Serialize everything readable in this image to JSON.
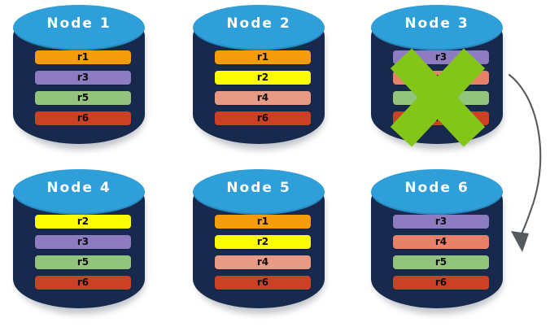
{
  "diagram": {
    "title_prefix": "Node",
    "palette": {
      "cylinder_body": "#18294e",
      "cylinder_top": "#2e9fd9",
      "background": "#ffffff",
      "failure_x": "#83c618",
      "arrow": "#555a5f",
      "r1": "#f59c0b",
      "r2": "#fcfc02",
      "r3": "#8e7cc3",
      "r4": "#e8806a",
      "r4_light": "#e79b87",
      "r5": "#93c47d",
      "r6": "#cc4125"
    },
    "annotations": {
      "failure_marker": "X",
      "failure_node": "Node 3",
      "arrow_label": ""
    },
    "nodes": [
      {
        "id": "node-1",
        "title": "Node  1",
        "failed": false,
        "records": [
          {
            "label": "r1",
            "color": "#f59c0b"
          },
          {
            "label": "r3",
            "color": "#8e7cc3"
          },
          {
            "label": "r5",
            "color": "#93c47d"
          },
          {
            "label": "r6",
            "color": "#cc4125"
          }
        ]
      },
      {
        "id": "node-2",
        "title": "Node  2",
        "failed": false,
        "records": [
          {
            "label": "r1",
            "color": "#f59c0b"
          },
          {
            "label": "r2",
            "color": "#fcfc02"
          },
          {
            "label": "r4",
            "color": "#e79b87"
          },
          {
            "label": "r6",
            "color": "#cc4125"
          }
        ]
      },
      {
        "id": "node-3",
        "title": "Node  3",
        "failed": true,
        "records": [
          {
            "label": "r3",
            "color": "#8e7cc3"
          },
          {
            "label": "r4",
            "color": "#e8806a"
          },
          {
            "label": "r5",
            "color": "#93c47d"
          },
          {
            "label": "r6",
            "color": "#cc4125"
          }
        ]
      },
      {
        "id": "node-4",
        "title": "Node  4",
        "failed": false,
        "records": [
          {
            "label": "r2",
            "color": "#fcfc02"
          },
          {
            "label": "r3",
            "color": "#8e7cc3"
          },
          {
            "label": "r5",
            "color": "#93c47d"
          },
          {
            "label": "r6",
            "color": "#cc4125"
          }
        ]
      },
      {
        "id": "node-5",
        "title": "Node  5",
        "failed": false,
        "records": [
          {
            "label": "r1",
            "color": "#f59c0b"
          },
          {
            "label": "r2",
            "color": "#fcfc02"
          },
          {
            "label": "r4",
            "color": "#e79b87"
          },
          {
            "label": "r6",
            "color": "#cc4125"
          }
        ]
      },
      {
        "id": "node-6",
        "title": "Node  6",
        "failed": false,
        "records": [
          {
            "label": "r3",
            "color": "#8e7cc3"
          },
          {
            "label": "r4",
            "color": "#e8806a"
          },
          {
            "label": "r5",
            "color": "#93c47d"
          },
          {
            "label": "r6",
            "color": "#cc4125"
          }
        ]
      }
    ]
  }
}
